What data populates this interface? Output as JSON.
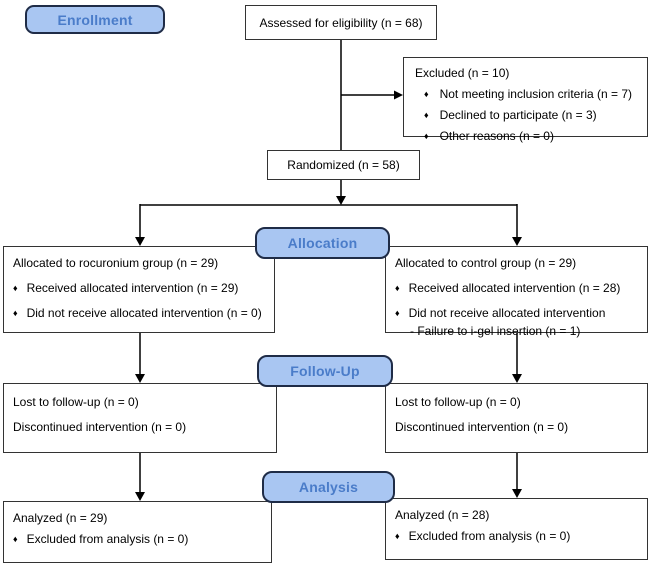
{
  "phases": {
    "enrollment": "Enrollment",
    "allocation": "Allocation",
    "follow_up": "Follow-Up",
    "analysis": "Analysis"
  },
  "boxes": {
    "assessed": {
      "text": "Assessed for eligibility (n = 68)"
    },
    "excluded": {
      "title": "Excluded (n = 10)",
      "items": [
        "Not meeting inclusion criteria (n = 7)",
        "Declined to participate (n = 3)",
        "Other reasons (n = 0)"
      ]
    },
    "randomized": {
      "text": "Randomized (n = 58)"
    },
    "allocation_left": {
      "title": "Allocated to rocuronium group (n = 29)",
      "items": [
        "Received allocated intervention (n = 29)",
        "Did not receive allocated intervention (n = 0)"
      ]
    },
    "allocation_right": {
      "title": "Allocated to control group (n = 29)",
      "items": [
        "Received allocated intervention (n = 28)",
        "Did not receive allocated intervention"
      ],
      "sub_item": "- Failure to i-gel insertion (n = 1)"
    },
    "followup_left": {
      "lines": [
        "Lost to follow-up (n = 0)",
        "Discontinued intervention (n = 0)"
      ]
    },
    "followup_right": {
      "lines": [
        "Lost to follow-up (n = 0)",
        "Discontinued intervention (n = 0)"
      ]
    },
    "analysis_left": {
      "title": "Analyzed (n = 29)",
      "items": [
        "Excluded from analysis (n = 0)"
      ]
    },
    "analysis_right": {
      "title": "Analyzed (n = 28)",
      "items": [
        "Excluded from analysis (n = 0)"
      ]
    }
  },
  "bullets": {
    "glyph": "♦"
  },
  "colors": {
    "badge_fill": "#a9c6f2",
    "badge_border": "#1f2c47",
    "badge_text": "#4a7cc9",
    "box_border": "#333333",
    "box_fill": "#ffffff",
    "line": "#000000",
    "text": "#000000",
    "page_bg": "#ffffff"
  }
}
